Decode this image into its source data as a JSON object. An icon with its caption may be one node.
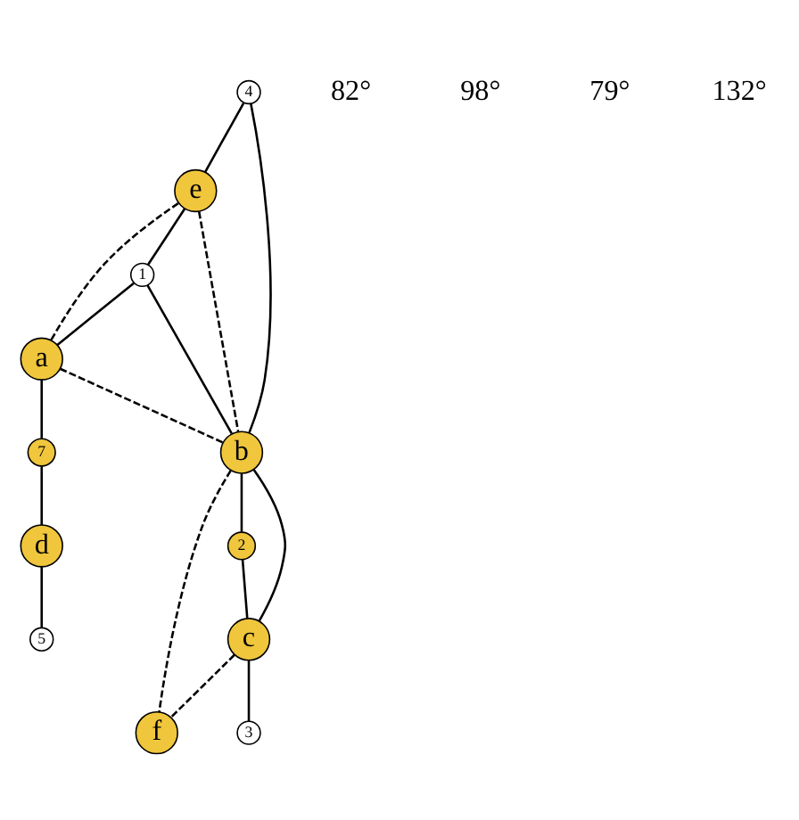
{
  "diagram": {
    "nodes": [
      {
        "text": [
          "4"
        ]
      },
      {
        "text": [
          "e"
        ]
      },
      {
        "text": [
          "b"
        ]
      },
      {
        "text": [
          "c"
        ]
      },
      {
        "text": [
          "1"
        ]
      },
      {
        "text": [
          "2"
        ]
      },
      {
        "text": [
          "3"
        ]
      },
      {
        "text": [
          "a"
        ]
      },
      {
        "text": [
          "f"
        ]
      },
      {
        "text": [
          "7"
        ]
      },
      {
        "text": [
          "d"
        ]
      },
      {
        "text": [
          "5"
        ]
      }
    ],
    "edges": [
      {
        "from": 0,
        "to": 1,
        "arrow": "none"
      },
      {
        "from": 0,
        "to": 2,
        "arrow": "none"
      },
      {
        "from": 1,
        "to": 2,
        "arrow": "none",
        "style": "dashed"
      },
      {
        "from": 1,
        "to": 4,
        "arrow": "none"
      },
      {
        "from": 1,
        "to": 7,
        "arrow": "none",
        "style": "dashed"
      },
      {
        "from": 4,
        "to": 2,
        "arrow": "none"
      },
      {
        "from": 4,
        "to": 7,
        "arrow": "none"
      },
      {
        "from": 7,
        "to": 2,
        "arrow": "none",
        "style": "dashed"
      },
      {
        "from": 2,
        "to": 3,
        "arrow": "none"
      },
      {
        "from": 2,
        "to": 5,
        "arrow": "none"
      },
      {
        "from": 5,
        "to": 3,
        "arrow": "none"
      },
      {
        "from": 3,
        "to": 6,
        "arrow": "none"
      },
      {
        "from": 2,
        "to": 8,
        "arrow": "none",
        "style": "dashed"
      },
      {
        "from": 3,
        "to": 8,
        "arrow": "none",
        "style": "dashed"
      },
      {
        "from": 7,
        "to": 9,
        "arrow": "none"
      },
      {
        "from": 9,
        "to": 10,
        "arrow": "none"
      },
      {
        "from": 10,
        "to": 11,
        "arrow": "none"
      }
    ],
    "labels": [
      "82°",
      "98°",
      "79°",
      "132°"
    ]
  }
}
